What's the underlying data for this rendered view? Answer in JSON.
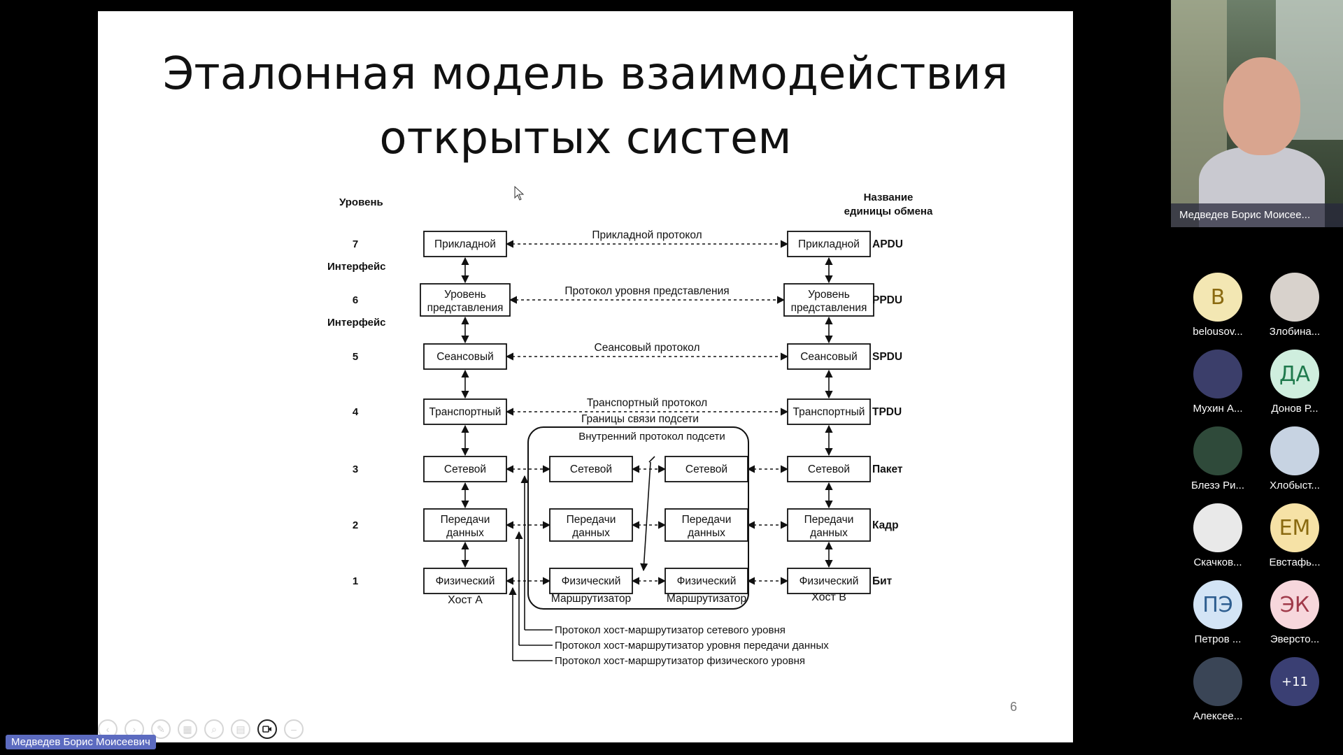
{
  "slide": {
    "title_line1": "Эталонная модель взаимодействия",
    "title_line2": "открытых систем",
    "page_number": "6"
  },
  "diagram": {
    "level_header": "Уровень",
    "unit_header_line1": "Название",
    "unit_header_line2": "единицы обмена",
    "levels": [
      {
        "num": "7",
        "line1": "Прикладной",
        "line2": "",
        "unit": "APDU",
        "protocol": "Прикладной протокол"
      },
      {
        "num": "6",
        "line1": "Уровень",
        "line2": "представления",
        "unit": "PPDU",
        "protocol": "Протокол уровня представления"
      },
      {
        "num": "5",
        "line1": "Сеансовый",
        "line2": "",
        "unit": "SPDU",
        "protocol": "Сеансовый протокол"
      },
      {
        "num": "4",
        "line1": "Транспортный",
        "line2": "",
        "unit": "TPDU",
        "protocol": "Транспортный протокол"
      },
      {
        "num": "3",
        "line1": "Сетевой",
        "line2": "",
        "unit": "Пакет",
        "protocol": ""
      },
      {
        "num": "2",
        "line1": "Передачи",
        "line2": "данных",
        "unit": "Кадр",
        "protocol": ""
      },
      {
        "num": "1",
        "line1": "Физический",
        "line2": "",
        "unit": "Бит",
        "protocol": ""
      }
    ],
    "interface_label": "Интерфейс",
    "subnet_boundary": "Границы связи подсети",
    "subnet_internal_protocol": "Внутренний протокол подсети",
    "router_label": "Маршрутизатор",
    "host_a": "Хост А",
    "host_b": "Хост В",
    "host_router_protocols": [
      "Протокол хост-маршрутизатор сетевого уровня",
      "Протокол хост-маршрутизатор  уровня передачи данных",
      "Протокол хост-маршрутизатор физического уровня"
    ]
  },
  "conference": {
    "presenter_name": "Медведев Борис Моисеевич",
    "video_name": "Медведев Борис Моисее...",
    "participants": [
      {
        "initials": "B",
        "name": "belousov...",
        "bg": "#f3e7b3",
        "fg": "#8a6a10"
      },
      {
        "initials": "",
        "name": "Злобина...",
        "bg": "#d8d2cc",
        "fg": "#333333"
      },
      {
        "initials": "",
        "name": "Мухин А...",
        "bg": "#3b3e6a",
        "fg": "#ffffff"
      },
      {
        "initials": "ДА",
        "name": "Донов Р...",
        "bg": "#cfeede",
        "fg": "#1f7a4d"
      },
      {
        "initials": "",
        "name": "Блезэ Ри...",
        "bg": "#2f4a3a",
        "fg": "#ffffff"
      },
      {
        "initials": "",
        "name": "Хлобыст...",
        "bg": "#c7d3e2",
        "fg": "#333333"
      },
      {
        "initials": "",
        "name": "Скачков...",
        "bg": "#e9e9e9",
        "fg": "#333333"
      },
      {
        "initials": "ЕМ",
        "name": "Евстафь...",
        "bg": "#f6e2a6",
        "fg": "#8a6a10"
      },
      {
        "initials": "ПЭ",
        "name": "Петров ...",
        "bg": "#d3e4f5",
        "fg": "#2d5d8f"
      },
      {
        "initials": "ЭК",
        "name": "Эверсто...",
        "bg": "#f7d7dc",
        "fg": "#a03a4a"
      },
      {
        "initials": "",
        "name": "Алексее...",
        "bg": "#3a4556",
        "fg": "#ffffff"
      },
      {
        "initials": "+11",
        "name": "",
        "bg": "#3a3f73",
        "fg": "#ffffff"
      }
    ]
  }
}
